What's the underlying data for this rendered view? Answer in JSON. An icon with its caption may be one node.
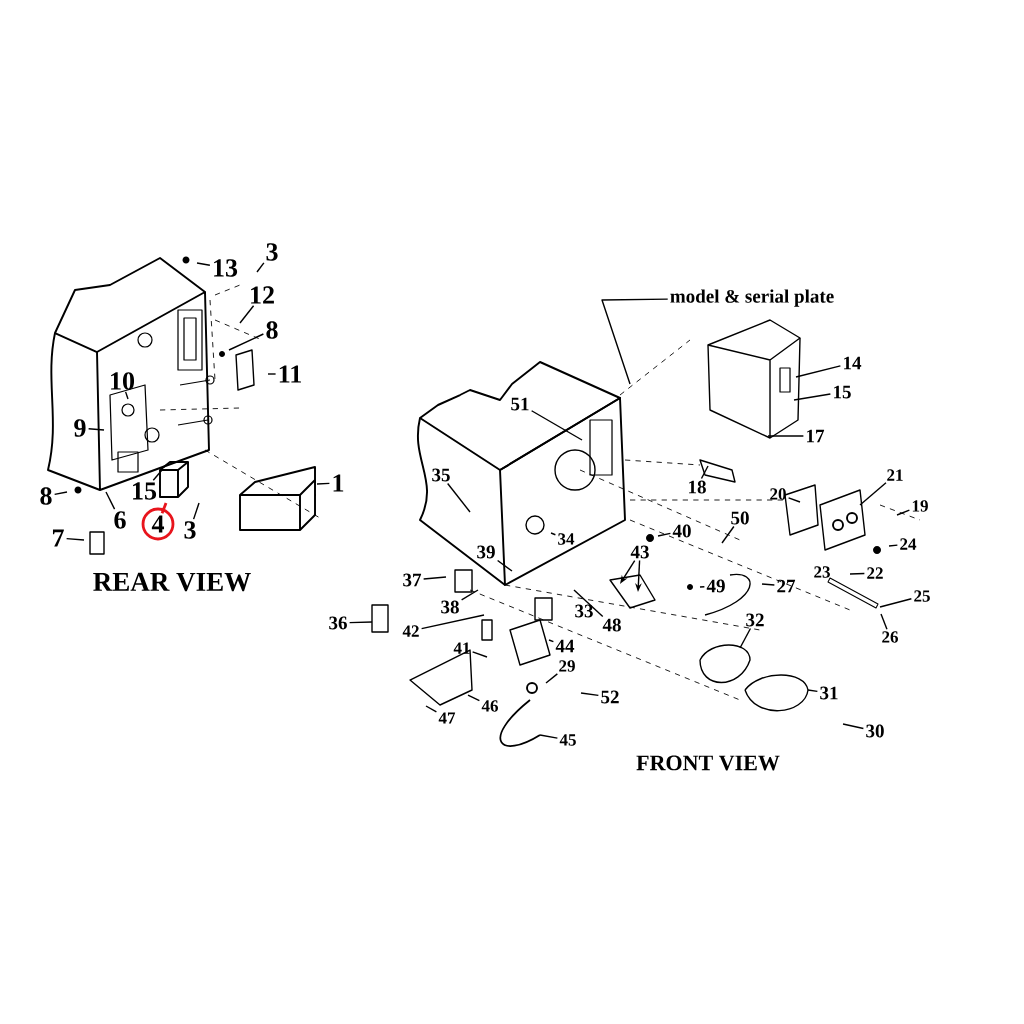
{
  "diagram": {
    "nodes": [
      {
        "text": [
          "13"
        ]
      },
      {
        "text": [
          "3"
        ]
      },
      {
        "text": [
          "12"
        ]
      },
      {
        "text": [
          "8"
        ]
      },
      {
        "text": [
          "11"
        ]
      },
      {
        "text": [
          "10"
        ]
      },
      {
        "text": [
          "9"
        ]
      },
      {
        "text": [
          "1"
        ]
      },
      {
        "text": [
          "8"
        ]
      },
      {
        "text": [
          "15"
        ]
      },
      {
        "text": [
          "6"
        ]
      },
      {
        "text": [
          "4"
        ]
      },
      {
        "text": [
          "3"
        ]
      },
      {
        "text": [
          "7"
        ]
      },
      {
        "text": [
          "model & serial plate"
        ]
      },
      {
        "text": [
          "14"
        ]
      },
      {
        "text": [
          "15"
        ]
      },
      {
        "text": [
          "17"
        ]
      },
      {
        "text": [
          "51"
        ]
      },
      {
        "text": [
          "35"
        ]
      },
      {
        "text": [
          "18"
        ]
      },
      {
        "text": [
          "21"
        ]
      },
      {
        "text": [
          "20"
        ]
      },
      {
        "text": [
          "19"
        ]
      },
      {
        "text": [
          "50"
        ]
      },
      {
        "text": [
          "40"
        ]
      },
      {
        "text": [
          "34"
        ]
      },
      {
        "text": [
          "24"
        ]
      },
      {
        "text": [
          "43"
        ]
      },
      {
        "text": [
          "39"
        ]
      },
      {
        "text": [
          "37"
        ]
      },
      {
        "text": [
          "22"
        ]
      },
      {
        "text": [
          "49"
        ]
      },
      {
        "text": [
          "27"
        ]
      },
      {
        "text": [
          "38"
        ]
      },
      {
        "text": [
          "48"
        ]
      },
      {
        "text": [
          "25"
        ]
      },
      {
        "text": [
          "36"
        ]
      },
      {
        "text": [
          "42"
        ]
      },
      {
        "text": [
          "32"
        ]
      },
      {
        "text": [
          "26"
        ]
      },
      {
        "text": [
          "41"
        ]
      },
      {
        "text": [
          "44"
        ]
      },
      {
        "text": [
          "29"
        ]
      },
      {
        "text": [
          "52"
        ]
      },
      {
        "text": [
          "31"
        ]
      },
      {
        "text": [
          "46"
        ]
      },
      {
        "text": [
          "47"
        ]
      },
      {
        "text": [
          "30"
        ]
      },
      {
        "text": [
          "45"
        ]
      }
    ],
    "edges": [
      {
        "from": 0,
        "to": null,
        "arrow": "none"
      },
      {
        "from": 1,
        "to": null,
        "arrow": "none"
      },
      {
        "from": 2,
        "to": null,
        "arrow": "none"
      },
      {
        "from": 3,
        "to": null,
        "arrow": "none"
      },
      {
        "from": 4,
        "to": null,
        "arrow": "none"
      },
      {
        "from": 5,
        "to": null,
        "arrow": "none"
      },
      {
        "from": 6,
        "to": null,
        "arrow": "none"
      },
      {
        "from": 7,
        "to": null,
        "arrow": "none"
      },
      {
        "from": 8,
        "to": null,
        "arrow": "none"
      },
      {
        "from": 9,
        "to": null,
        "arrow": "none"
      },
      {
        "from": 10,
        "to": null,
        "arrow": "none"
      },
      {
        "from": 11,
        "to": null,
        "arrow": "none",
        "color": "#e8141c"
      },
      {
        "from": 12,
        "to": null,
        "arrow": "none"
      },
      {
        "from": 13,
        "to": null,
        "arrow": "none"
      },
      {
        "from": 14,
        "to": null,
        "arrow": "none"
      },
      {
        "from": 15,
        "to": null,
        "arrow": "none"
      },
      {
        "from": 16,
        "to": null,
        "arrow": "none"
      },
      {
        "from": 17,
        "to": null,
        "arrow": "none"
      },
      {
        "from": 18,
        "to": null,
        "arrow": "none"
      },
      {
        "from": 19,
        "to": null,
        "arrow": "none"
      },
      {
        "from": 20,
        "to": null,
        "arrow": "none"
      },
      {
        "from": 21,
        "to": null,
        "arrow": "none"
      },
      {
        "from": 22,
        "to": null,
        "arrow": "none"
      },
      {
        "from": 23,
        "to": null,
        "arrow": "none"
      },
      {
        "from": 24,
        "to": null,
        "arrow": "none"
      },
      {
        "from": 25,
        "to": null,
        "arrow": "none"
      },
      {
        "from": 26,
        "to": null,
        "arrow": "none"
      },
      {
        "from": 27,
        "to": null,
        "arrow": "none"
      },
      {
        "from": 28,
        "to": null,
        "arrow": "to"
      },
      {
        "from": 28,
        "to": null,
        "arrow": "to"
      },
      {
        "from": 29,
        "to": null,
        "arrow": "none"
      },
      {
        "from": 30,
        "to": null,
        "arrow": "none"
      },
      {
        "from": 31,
        "to": null,
        "arrow": "none"
      },
      {
        "from": 32,
        "to": null,
        "arrow": "none"
      },
      {
        "from": 33,
        "to": null,
        "arrow": "none"
      },
      {
        "from": 34,
        "to": null,
        "arrow": "none"
      },
      {
        "from": 35,
        "to": null,
        "arrow": "none"
      },
      {
        "from": 36,
        "to": null,
        "arrow": "none"
      },
      {
        "from": 37,
        "to": null,
        "arrow": "none"
      },
      {
        "from": 38,
        "to": null,
        "arrow": "none"
      },
      {
        "from": 39,
        "to": null,
        "arrow": "none"
      },
      {
        "from": 40,
        "to": null,
        "arrow": "none"
      },
      {
        "from": 41,
        "to": null,
        "arrow": "none"
      },
      {
        "from": 42,
        "to": null,
        "arrow": "none"
      },
      {
        "from": 43,
        "to": null,
        "arrow": "none"
      },
      {
        "from": 44,
        "to": null,
        "arrow": "none"
      },
      {
        "from": 45,
        "to": null,
        "arrow": "none"
      },
      {
        "from": 46,
        "to": null,
        "arrow": "none"
      },
      {
        "from": 47,
        "to": null,
        "arrow": "none"
      },
      {
        "from": 48,
        "to": null,
        "arrow": "none"
      },
      {
        "from": 49,
        "to": null,
        "arrow": "none"
      }
    ],
    "labels": [
      "REAR VIEW",
      "23",
      "33",
      "FRONT VIEW"
    ]
  }
}
